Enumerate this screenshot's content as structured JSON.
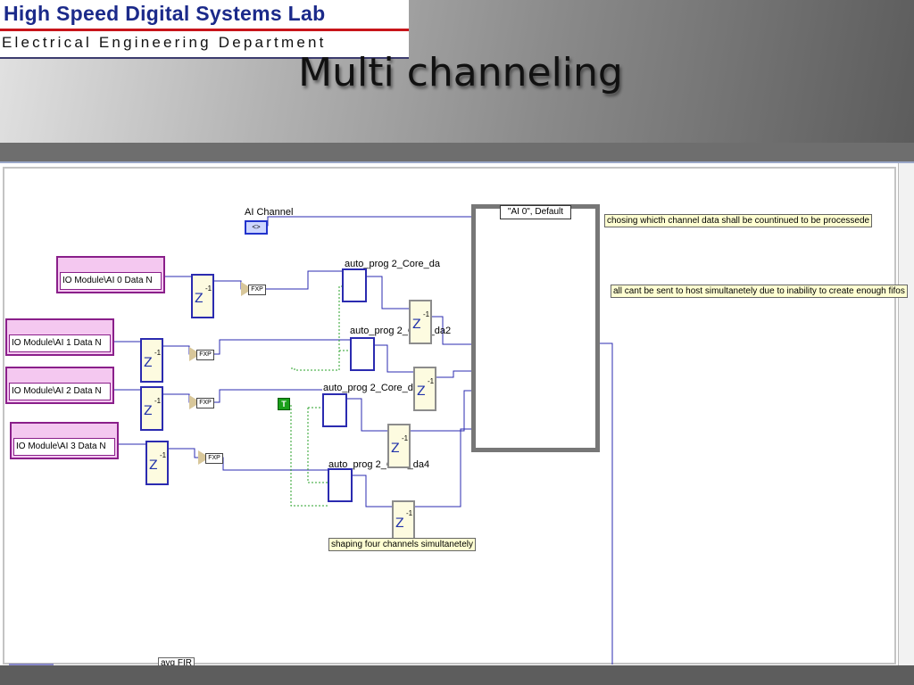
{
  "logo": {
    "line1": "High Speed Digital Systems Lab",
    "line2": "Electrical Engineering Department"
  },
  "slide_title": "Multi channeling",
  "diagram": {
    "ai_channel_label": "AI Channel",
    "ai_channel_glyph": "<>",
    "io_modules": [
      {
        "label": "IO Module\\AI 0 Data N"
      },
      {
        "label": "IO Module\\AI 1 Data N"
      },
      {
        "label": "IO Module\\AI 2 Data N"
      },
      {
        "label": "IO Module\\AI 3 Data N"
      }
    ],
    "subvis": [
      {
        "label": "auto_prog 2_Core_da"
      },
      {
        "label": "auto_prog 2_Core_da2"
      },
      {
        "label": "auto_prog 2_Core_da3"
      },
      {
        "label": "auto_prog 2_Core_da4"
      }
    ],
    "delay_z": "Z",
    "delay_exp": "-1",
    "fxp_label": "FXP",
    "case_selector": "\"AI 0\", Default",
    "true_const": "T",
    "comments": {
      "channel_choice": "chosing whicth channel data shall be countinued to be processede",
      "fifo_note": "all cant be sent to host simultanetely due to inability to create enough fifos",
      "shaping": "shaping four channels simultanetely"
    },
    "bottom_label": "avg FIR"
  },
  "colors": {
    "wire_blue": "#2b2bb0",
    "wire_green_dotted": "#2aa02a",
    "io_border": "#8a1f8a",
    "comment_bg": "#ffffd2"
  }
}
